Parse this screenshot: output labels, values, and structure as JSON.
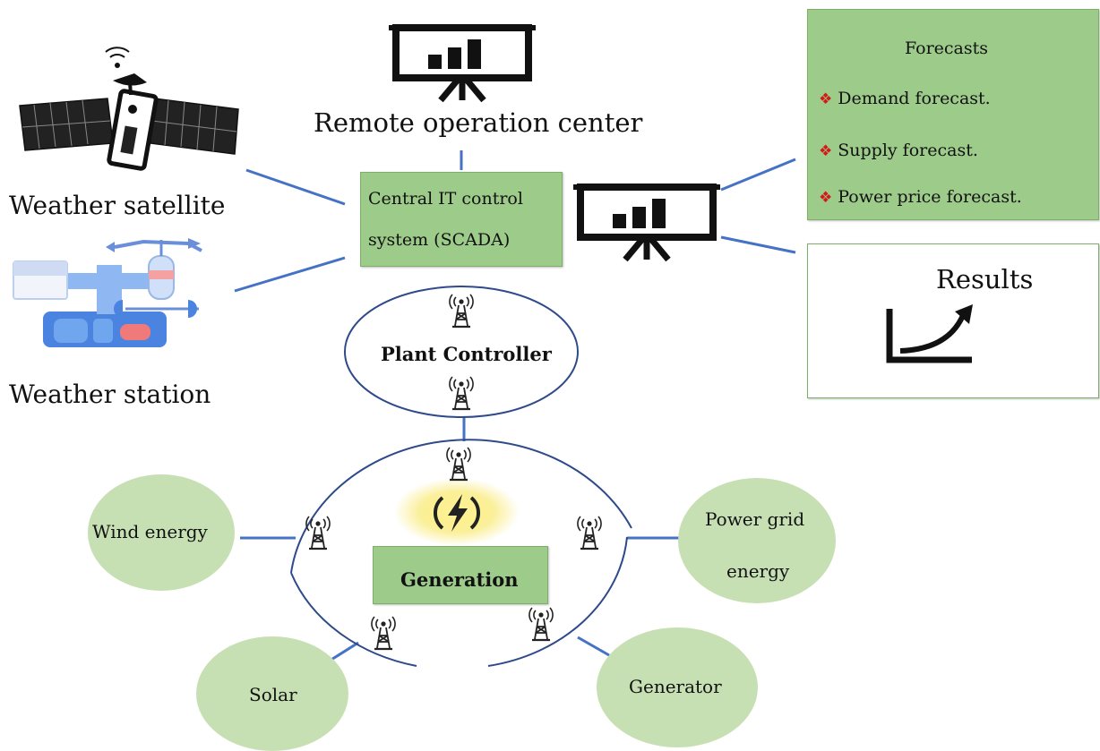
{
  "labels": {
    "remote_operation_center": "Remote operation center",
    "weather_satellite": "Weather satellite",
    "weather_station": "Weather station",
    "central_it_line1": "Central IT control",
    "central_it_line2": "system (SCADA)",
    "plant_controller": "Plant Controller",
    "generation": "Generation",
    "wind_energy": "Wind energy",
    "power_grid_line1": "Power grid",
    "power_grid_line2": "energy",
    "solar": "Solar",
    "generator": "Generator"
  },
  "forecasts": {
    "title": "Forecasts",
    "items": [
      "Demand forecast.",
      "Supply forecast.",
      "Power price forecast."
    ]
  },
  "results": {
    "title": "Results"
  },
  "colors": {
    "box_green": "#9dcb8a",
    "circle_green": "#c6e0b4",
    "link_blue": "#4472c4",
    "ring_navy": "#2e4a8b",
    "bullet_red": "#d11a1a"
  },
  "icons": [
    "satellite-icon",
    "weather-station-icon",
    "presentation-board-icon",
    "radio-tower-icon",
    "lightning-bolt-icon",
    "growth-curve-icon"
  ]
}
